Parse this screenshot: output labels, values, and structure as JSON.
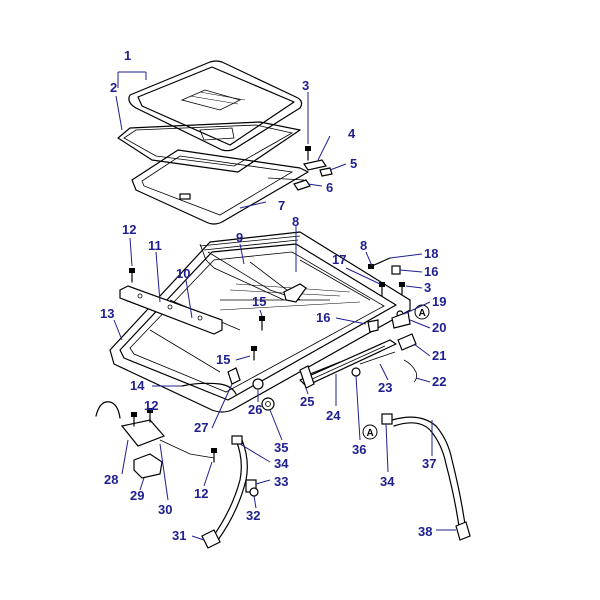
{
  "diagram": {
    "callouts": [
      {
        "id": "c1",
        "text": "1"
      },
      {
        "id": "c2",
        "text": "2"
      },
      {
        "id": "c3a",
        "text": "3"
      },
      {
        "id": "c4",
        "text": "4"
      },
      {
        "id": "c5",
        "text": "5"
      },
      {
        "id": "c6",
        "text": "6"
      },
      {
        "id": "c7",
        "text": "7"
      },
      {
        "id": "c8a",
        "text": "8"
      },
      {
        "id": "c9",
        "text": "9"
      },
      {
        "id": "c10",
        "text": "10"
      },
      {
        "id": "c11",
        "text": "11"
      },
      {
        "id": "c12a",
        "text": "12"
      },
      {
        "id": "c13",
        "text": "13"
      },
      {
        "id": "c14",
        "text": "14"
      },
      {
        "id": "c15a",
        "text": "15"
      },
      {
        "id": "c15b",
        "text": "15"
      },
      {
        "id": "c16a",
        "text": "16"
      },
      {
        "id": "c16b",
        "text": "16"
      },
      {
        "id": "c17",
        "text": "17"
      },
      {
        "id": "c8b",
        "text": "8"
      },
      {
        "id": "c18",
        "text": "18"
      },
      {
        "id": "c3b",
        "text": "3"
      },
      {
        "id": "c19",
        "text": "19"
      },
      {
        "id": "c20",
        "text": "20"
      },
      {
        "id": "c21",
        "text": "21"
      },
      {
        "id": "c22",
        "text": "22"
      },
      {
        "id": "c23",
        "text": "23"
      },
      {
        "id": "c24",
        "text": "24"
      },
      {
        "id": "c25",
        "text": "25"
      },
      {
        "id": "c26",
        "text": "26"
      },
      {
        "id": "c27",
        "text": "27"
      },
      {
        "id": "c12b",
        "text": "12"
      },
      {
        "id": "c28",
        "text": "28"
      },
      {
        "id": "c29",
        "text": "29"
      },
      {
        "id": "c30",
        "text": "30"
      },
      {
        "id": "c12c",
        "text": "12"
      },
      {
        "id": "c31",
        "text": "31"
      },
      {
        "id": "c32",
        "text": "32"
      },
      {
        "id": "c33",
        "text": "33"
      },
      {
        "id": "c34a",
        "text": "34"
      },
      {
        "id": "c35",
        "text": "35"
      },
      {
        "id": "c36",
        "text": "36"
      },
      {
        "id": "c34b",
        "text": "34"
      },
      {
        "id": "c37",
        "text": "37"
      },
      {
        "id": "c38",
        "text": "38"
      }
    ],
    "reference_markers": [
      "A",
      "A"
    ]
  }
}
